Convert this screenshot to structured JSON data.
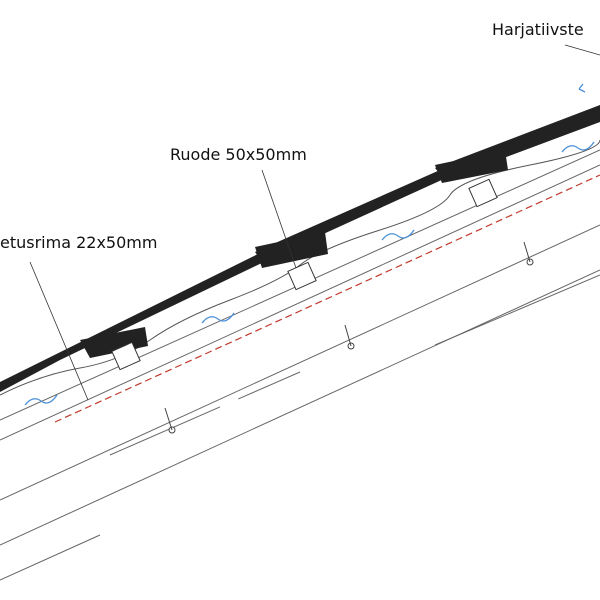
{
  "labels": {
    "ridge_seal": "Harjatiivste",
    "batten": "Ruode 50x50mm",
    "counter_batten": "etusrima 22x50mm"
  },
  "colors": {
    "tile": "#222222",
    "line": "#555555",
    "membrane_dash": "#c0392b",
    "airflow": "#4a90d9"
  }
}
